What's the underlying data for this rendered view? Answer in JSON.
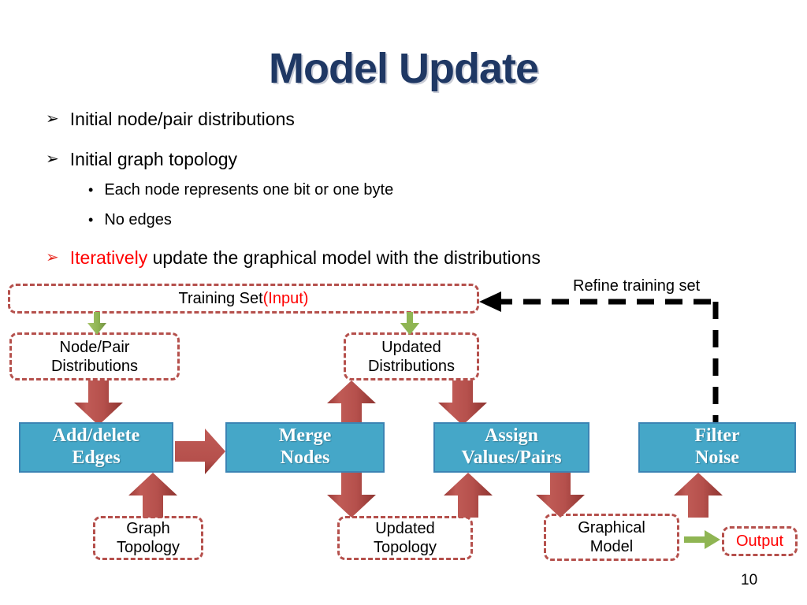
{
  "slide": {
    "title": "Model Update",
    "page_number": "10",
    "accent_blue": "#45A7C8",
    "accent_blue_border": "#3B84B4",
    "accent_red": "#B5504C",
    "accent_green": "#8FB553",
    "title_color": "#1F3864",
    "highlight_red": "#FF0000"
  },
  "bullets": [
    {
      "marker": "➢",
      "text": "Initial node/pair distributions"
    },
    {
      "marker": "➢",
      "text": "Initial graph topology"
    },
    {
      "marker": "➢",
      "highlight": "Iteratively",
      "text": " update the graphical model with the distributions"
    }
  ],
  "sub_bullets": [
    {
      "marker": "•",
      "text": "Each node represents one bit or one byte"
    },
    {
      "marker": "•",
      "text": "No edges"
    }
  ],
  "diagram": {
    "training_set": {
      "label": "Training Set ",
      "highlight": "(Input)"
    },
    "refine_label": "Refine training set",
    "data_boxes": [
      {
        "id": "node-pair-distributions",
        "line1": "Node/Pair",
        "line2": "Distributions"
      },
      {
        "id": "updated-distributions",
        "line1": "Updated",
        "line2": "Distributions"
      },
      {
        "id": "graph-topology",
        "line1": "Graph",
        "line2": "Topology"
      },
      {
        "id": "updated-topology",
        "line1": "Updated",
        "line2": "Topology"
      },
      {
        "id": "graphical-model",
        "line1": "Graphical",
        "line2": "Model"
      }
    ],
    "output_box": {
      "label": "Output"
    },
    "process_boxes": [
      {
        "id": "add-delete-edges",
        "line1": "Add/delete",
        "line2": "Edges"
      },
      {
        "id": "merge-nodes",
        "line1": "Merge",
        "line2": "Nodes"
      },
      {
        "id": "assign-values-pairs",
        "line1": "Assign",
        "line2": "Values/Pairs"
      },
      {
        "id": "filter-noise",
        "line1": "Filter",
        "line2": "Noise"
      }
    ]
  }
}
